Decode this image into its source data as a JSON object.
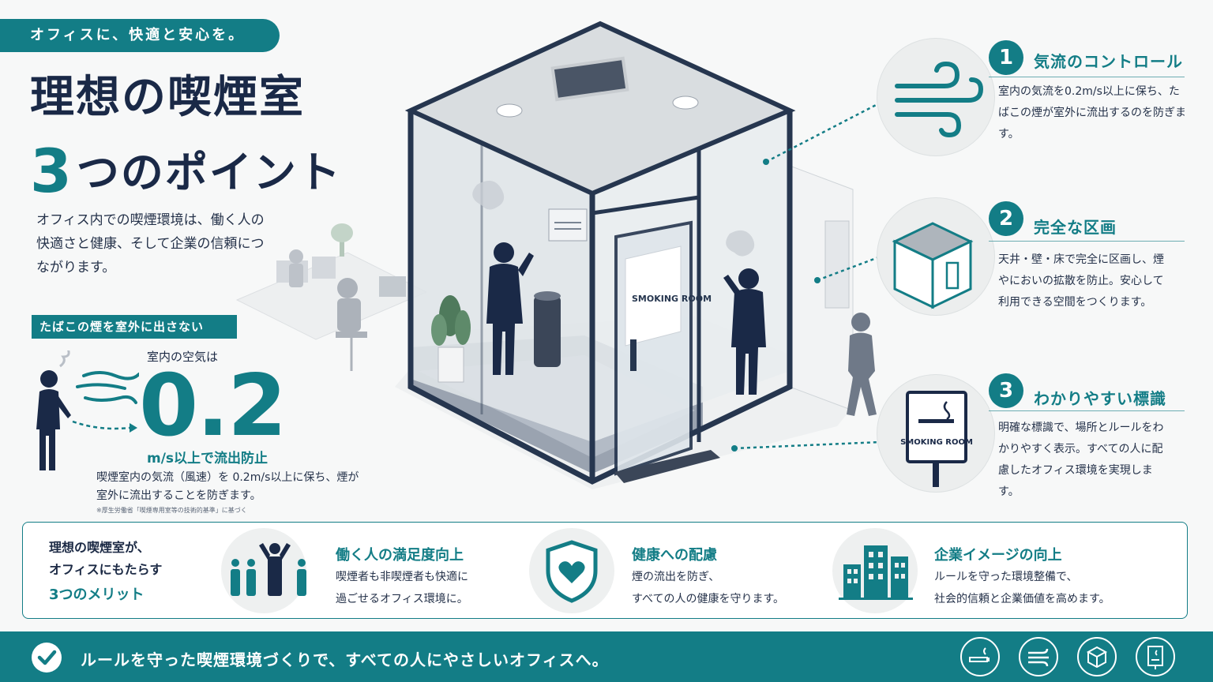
{
  "header": {
    "tag": "オフィスに、快適と安心を。",
    "title_line1": "理想の喫煙室",
    "title_num": "3",
    "title_line2_rest": "つのポイント",
    "intro": "オフィス内での喫煙環境は、働く人の快適さと健康、そして企業の信頼につながります。"
  },
  "airflow": {
    "tag": "たばこの煙を室外に出さない",
    "label": "室内の空気は",
    "value": "0.2",
    "unit_text": "m/s以上で流出防止",
    "desc": "喫煙室内の気流（風速）を 0.2m/s以上に保ち、煙が室外に流出することを防ぎます。",
    "note": "※厚生労働省「喫煙専用室等の技術的基準」に基づく"
  },
  "illustration": {
    "door_sign": "SMOKING ROOM"
  },
  "points": [
    {
      "num": "1",
      "title": "気流のコントロール",
      "desc": "室内の気流を0.2m/s以上に保ち、たばこの煙が室外に流出するのを防ぎます。",
      "icon": "wind-icon"
    },
    {
      "num": "2",
      "title": "完全な区画",
      "desc": "天井・壁・床で完全に区画し、煙やにおいの拡散を防止。安心して利用できる空間をつくります。",
      "icon": "cube-room-icon"
    },
    {
      "num": "3",
      "title": "わかりやすい標識",
      "desc": "明確な標識で、場所とルールをわかりやすく表示。すべての人に配慮したオフィス環境を実現します。",
      "icon": "smoking-sign-icon",
      "sign_text": "SMOKING ROOM"
    }
  ],
  "merits": {
    "head_line1": "理想の喫煙室が、",
    "head_line2": "オフィスにもたらす",
    "head_line3": "3つのメリット",
    "items": [
      {
        "title": "働く人の満足度向上",
        "line1": "喫煙者も非喫煙者も快適に",
        "line2": "過ごせるオフィス環境に。",
        "icon": "people-icon"
      },
      {
        "title": "健康への配慮",
        "line1": "煙の流出を防ぎ、",
        "line2": "すべての人の健康を守ります。",
        "icon": "shield-heart-icon"
      },
      {
        "title": "企業イメージの向上",
        "line1": "ルールを守った環境整備で、",
        "line2": "社会的信頼と企業価値を高めます。",
        "icon": "buildings-icon"
      }
    ]
  },
  "footer": {
    "text": "ルールを守った喫煙環境づくりで、すべての人にやさしいオフィスへ。",
    "icons": [
      "cigarette-icon",
      "wind-icon",
      "box-icon",
      "document-icon"
    ]
  },
  "colors": {
    "accent": "#137d86",
    "navy": "#1a2947",
    "background": "#f7f8f8"
  }
}
